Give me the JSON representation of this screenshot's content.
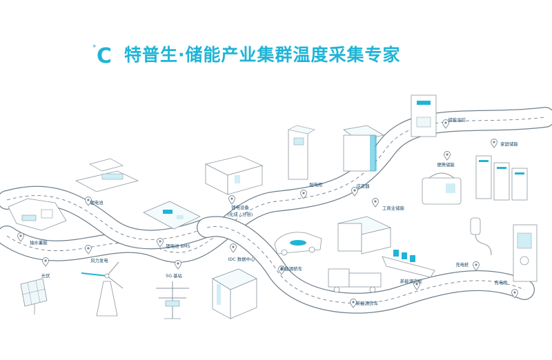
{
  "header": {
    "title": "特普生·储能产业集群温度采集专家",
    "logo_glyph": "C",
    "logo_degree": "°"
  },
  "colors": {
    "accent": "#1fb4d6",
    "line": "#6f7f8c",
    "label": "#1b4a6b",
    "device_fill": "#ffffff",
    "device_tint": "#cfeef6"
  },
  "stations": [
    {
      "id": "pv",
      "label": "光伏"
    },
    {
      "id": "wind",
      "label": "风力发电"
    },
    {
      "id": "5g",
      "label": "5G 基站"
    },
    {
      "id": "idc",
      "label": "IDC 数据中心"
    },
    {
      "id": "ev-car",
      "label": "新能源轿车"
    },
    {
      "id": "ev-truck",
      "label": "新能源货车"
    },
    {
      "id": "ship",
      "label": "新能源货轮"
    },
    {
      "id": "charger",
      "label": "充电桩"
    },
    {
      "id": "charge-cab",
      "label": "充电柜"
    },
    {
      "id": "pumped",
      "label": "抽水蓄能"
    },
    {
      "id": "li-battery",
      "label": "锂电池"
    },
    {
      "id": "bms",
      "label": "锂电池 BMS"
    },
    {
      "id": "li-equip",
      "label": "锂电设备"
    },
    {
      "id": "li-equip-sub",
      "label": "(化成 / 分容)"
    },
    {
      "id": "distribution",
      "label": "配电柜"
    },
    {
      "id": "inverter",
      "label": "逆变器"
    },
    {
      "id": "ci-storage",
      "label": "工商业储能"
    },
    {
      "id": "portable",
      "label": "便携储能"
    },
    {
      "id": "home",
      "label": "家庭储能"
    },
    {
      "id": "thermal",
      "label": "储能温控"
    }
  ]
}
